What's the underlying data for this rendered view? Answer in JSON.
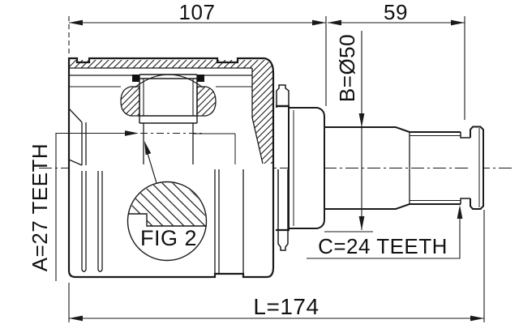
{
  "drawing": {
    "background": "#ffffff",
    "line_color": "#1a1a1a",
    "labels": {
      "dim_width_housing": "107",
      "dim_width_shaft": "59",
      "dim_stem_diameter": "B=Ø50",
      "dim_inner_spline_teeth": "A=27 TEETH",
      "detail_reference": "FIG 2",
      "dim_shaft_spline_teeth": "C=24 TEETH",
      "dim_overall_length": "L=174"
    }
  }
}
